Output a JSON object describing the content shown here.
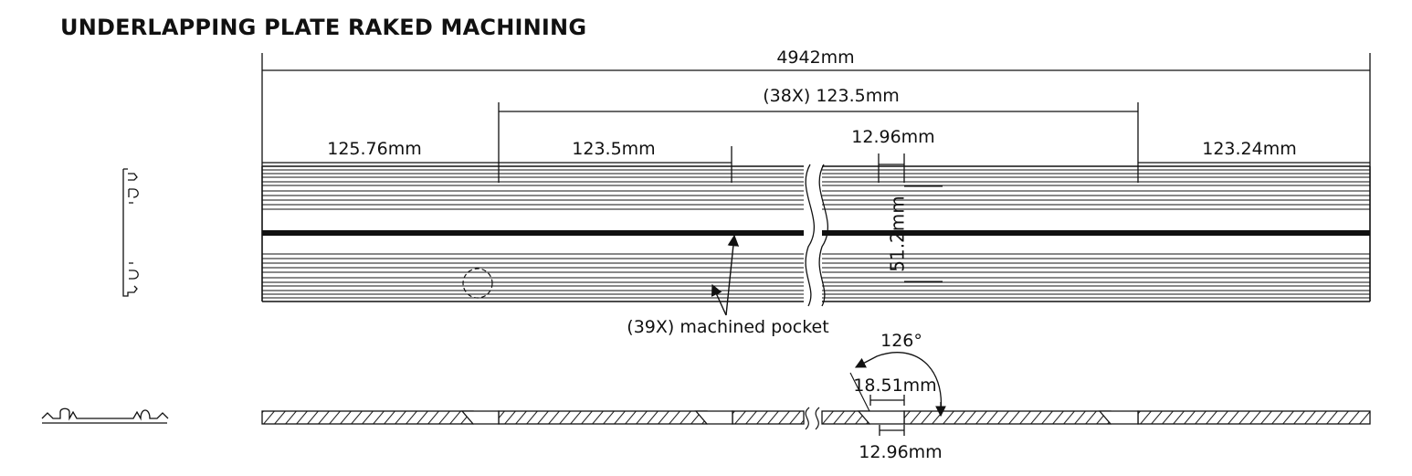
{
  "title": "UNDERLAPPING PLATE RAKED MACHINING",
  "dimensions": {
    "overall": "4942mm",
    "pitch_repeat": "(38X) 123.5mm",
    "first_offset": "125.76mm",
    "pitch": "123.5mm",
    "pocket_width": "12.96mm",
    "last_offset": "123.24mm",
    "pocket_length": "51.2mm",
    "pocket_callout": "(39X) machined pocket",
    "angle": "126°",
    "chamfer_width": "18.51mm",
    "section_pocket_width": "12.96mm"
  }
}
